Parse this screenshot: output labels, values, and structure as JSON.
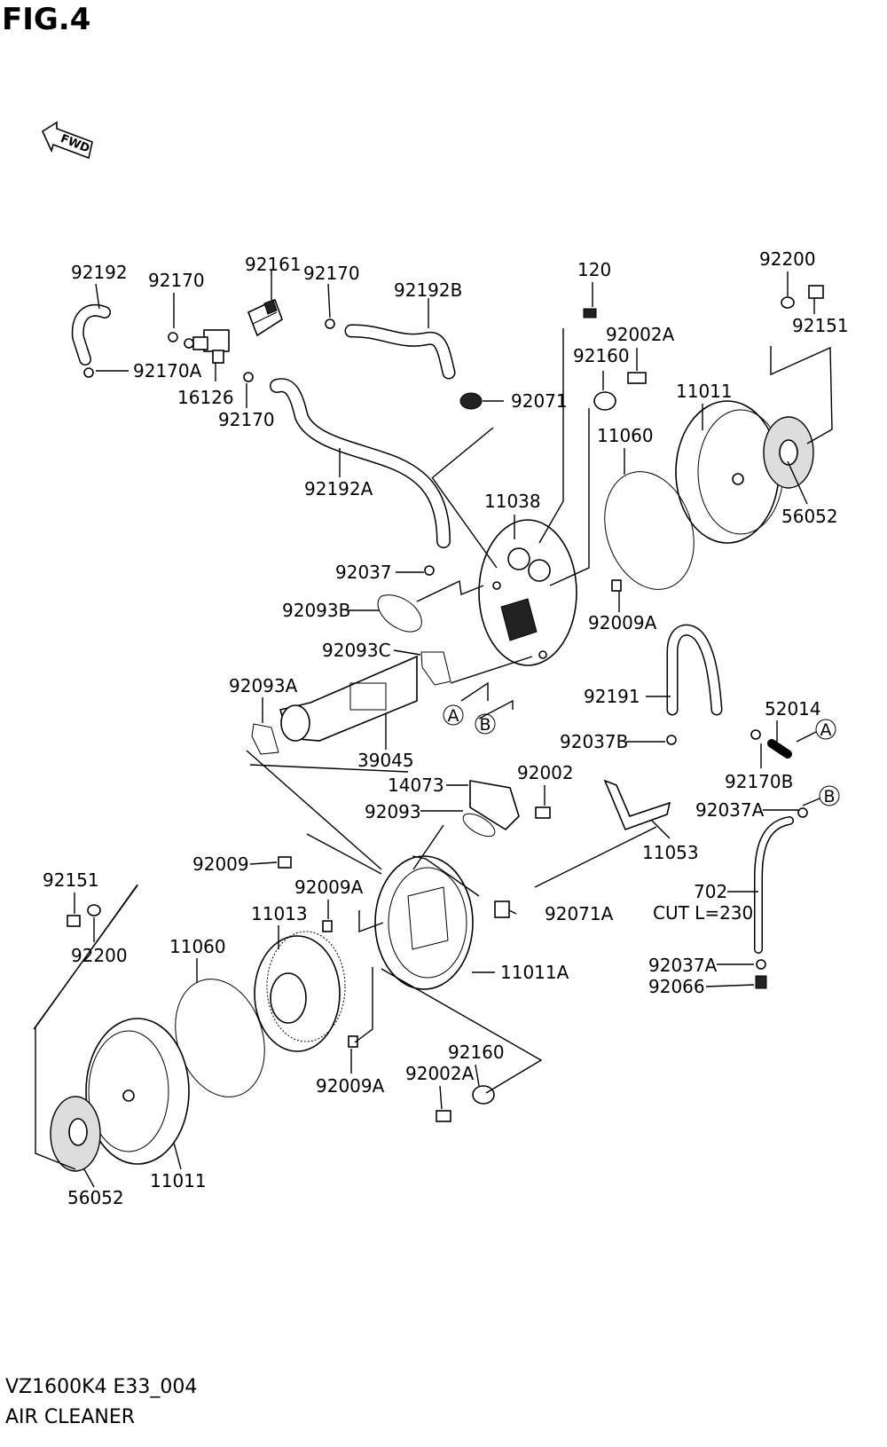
{
  "header": {
    "figure_title": "FIG.4"
  },
  "footer": {
    "code": "VZ1600K4 E33_004",
    "caption": "AIR CLEANER"
  },
  "fwd_label": "FWD",
  "labels": {
    "l92192": "92192",
    "l92170_a": "92170",
    "l92161": "92161",
    "l92170_b": "92170",
    "l92192B": "92192B",
    "l120": "120",
    "l92200_top": "92200",
    "l92151_top": "92151",
    "l92170A": "92170A",
    "l16126": "16126",
    "l92170_c": "92170",
    "l92071": "92071",
    "l92002A_top": "92002A",
    "l92160_top": "92160",
    "l11011_top": "11011",
    "l11060_top": "11060",
    "l56052_top": "56052",
    "l92192A": "92192A",
    "l11038": "11038",
    "l92037": "92037",
    "l92093B": "92093B",
    "l92009A_top": "92009A",
    "l92093C": "92093C",
    "l92093A": "92093A",
    "l92191": "92191",
    "l52014": "52014",
    "l92037B": "92037B",
    "l92170B": "92170B",
    "l39045": "39045",
    "l92002": "92002",
    "l14073": "14073",
    "l92093": "92093",
    "l92037A_top": "92037A",
    "l11053": "11053",
    "l92009": "92009",
    "l702": "702",
    "l_cut": "CUT L=230",
    "l92151_bot": "92151",
    "l92009A_mid": "92009A",
    "l92071A": "92071A",
    "l11013": "11013",
    "l92200_bot": "92200",
    "l11060_bot": "11060",
    "l11011A": "11011A",
    "l92037A_bot": "92037A",
    "l92066": "92066",
    "l92160_bot": "92160",
    "l92002A_bot": "92002A",
    "l92009A_bot": "92009A",
    "l56052_bot": "56052",
    "l11011_bot": "11011"
  },
  "refs": {
    "A_left": "A",
    "B_left": "B",
    "A_right": "A",
    "B_right": "B"
  }
}
